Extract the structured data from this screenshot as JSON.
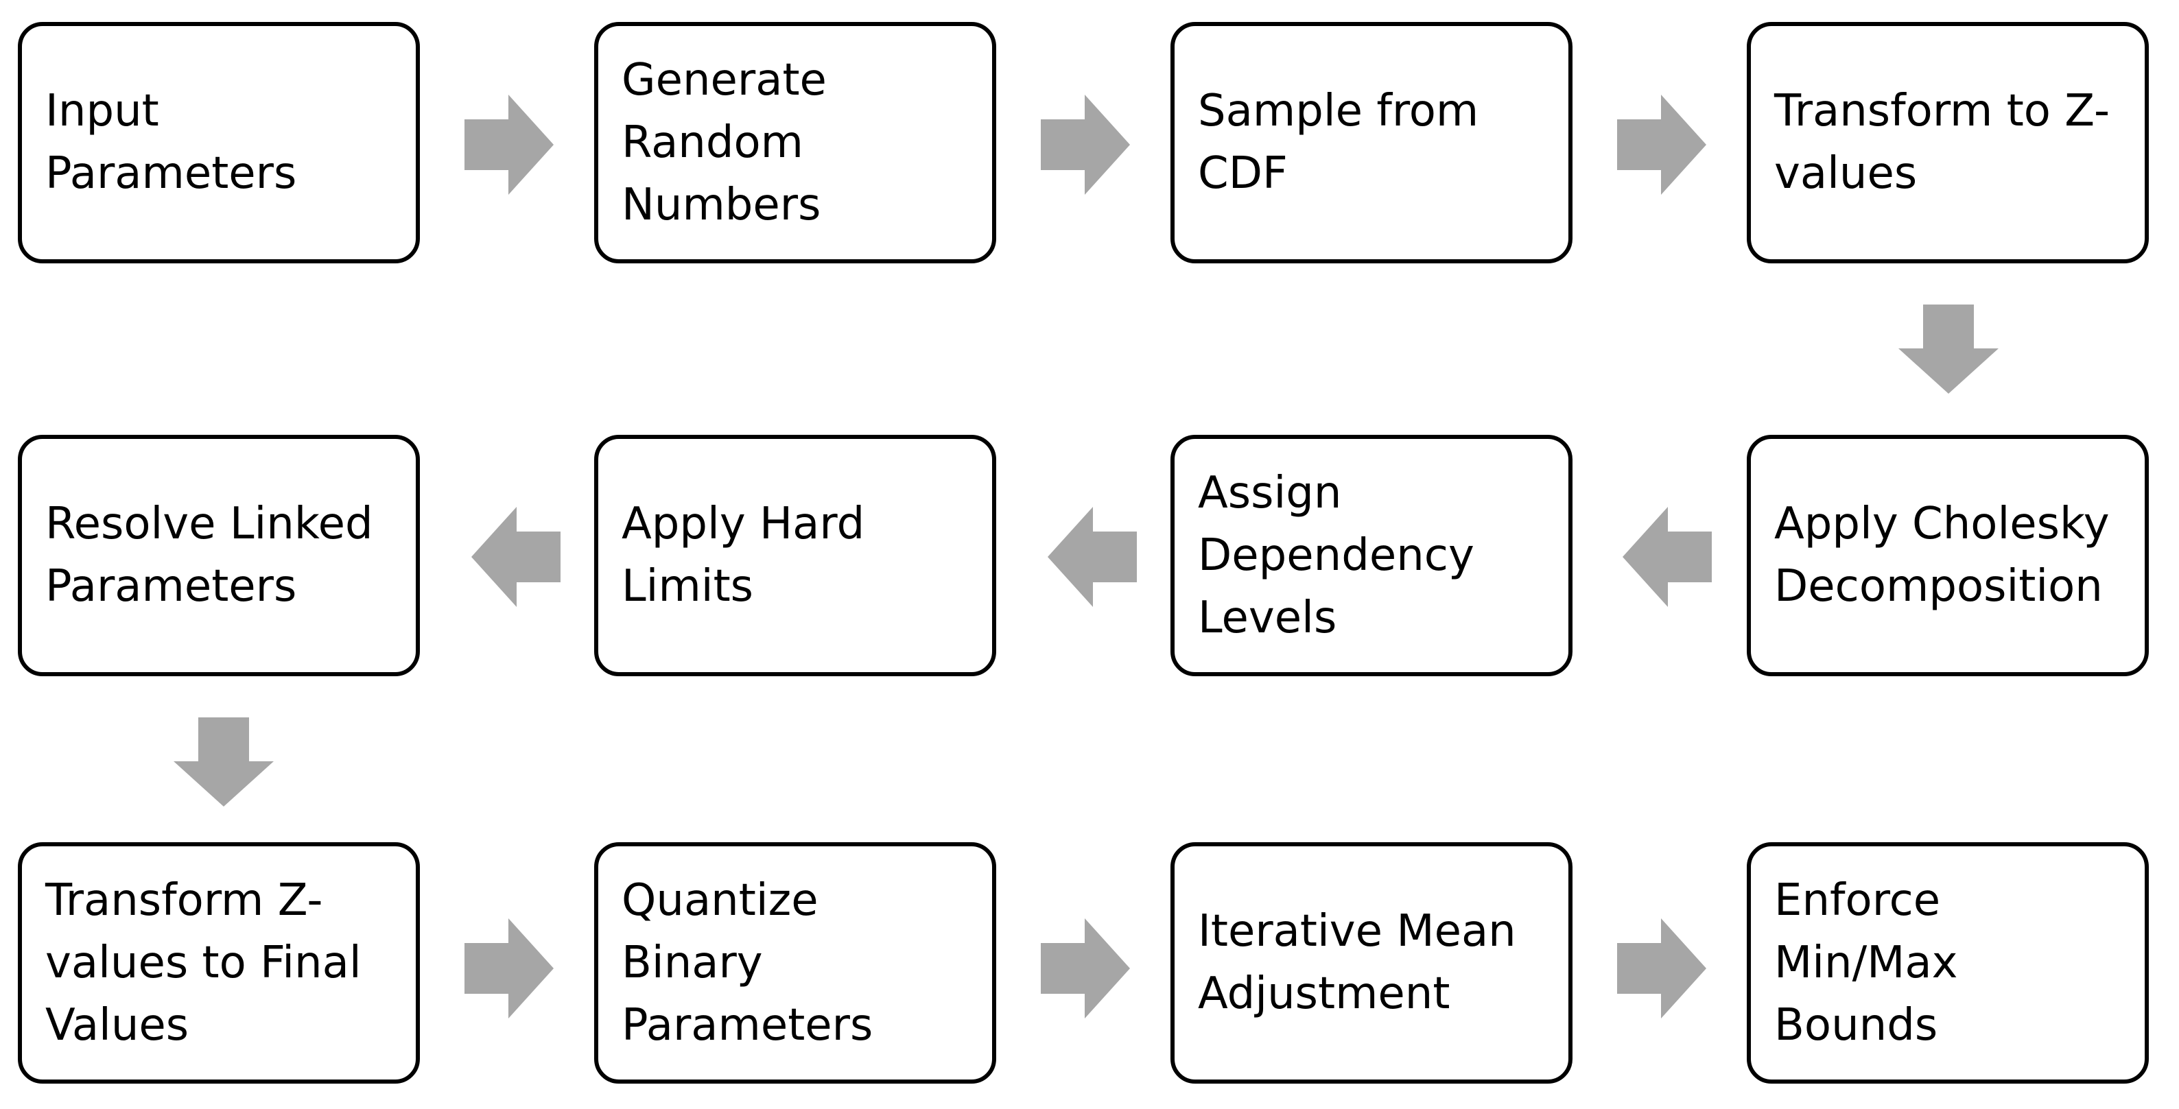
{
  "colors": {
    "box_border": "#000000",
    "box_fill": "#ffffff",
    "arrow": "#a6a6a6",
    "text": "#000000"
  },
  "steps": [
    {
      "label": "Input\nParameters"
    },
    {
      "label": "Generate\nRandom\nNumbers"
    },
    {
      "label": "Sample from\nCDF"
    },
    {
      "label": "Transform to Z-\nvalues"
    },
    {
      "label": "Apply Cholesky\nDecomposition"
    },
    {
      "label": "Assign\nDependency\nLevels"
    },
    {
      "label": "Apply Hard\nLimits"
    },
    {
      "label": "Resolve Linked\nParameters"
    },
    {
      "label": "Transform Z-\nvalues to Final\nValues"
    },
    {
      "label": "Quantize\nBinary\nParameters"
    },
    {
      "label": "Iterative Mean\nAdjustment"
    },
    {
      "label": "Enforce\nMin/Max\nBounds"
    }
  ],
  "arrows": [
    {
      "from": 1,
      "to": 2,
      "direction": "right"
    },
    {
      "from": 2,
      "to": 3,
      "direction": "right"
    },
    {
      "from": 3,
      "to": 4,
      "direction": "right"
    },
    {
      "from": 4,
      "to": 5,
      "direction": "down"
    },
    {
      "from": 5,
      "to": 6,
      "direction": "left"
    },
    {
      "from": 6,
      "to": 7,
      "direction": "left"
    },
    {
      "from": 7,
      "to": 8,
      "direction": "left"
    },
    {
      "from": 8,
      "to": 9,
      "direction": "down"
    },
    {
      "from": 9,
      "to": 10,
      "direction": "right"
    },
    {
      "from": 10,
      "to": 11,
      "direction": "right"
    },
    {
      "from": 11,
      "to": 12,
      "direction": "right"
    }
  ]
}
